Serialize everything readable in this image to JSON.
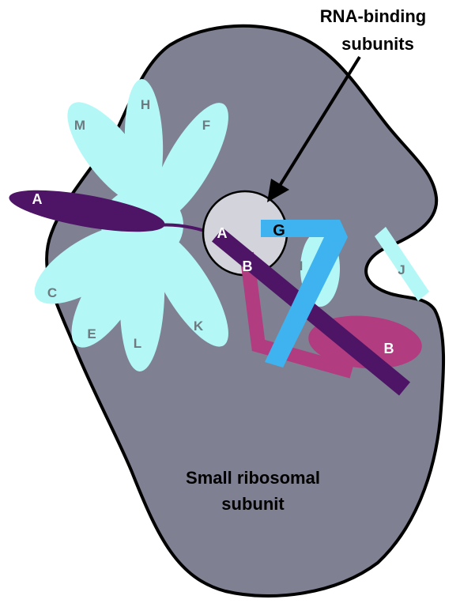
{
  "callout": {
    "line1": "RNA-binding",
    "line2": "subunits"
  },
  "body_label": {
    "line1": "Small ribosomal",
    "line2": "subunit"
  },
  "petals": {
    "h": "H",
    "m": "M",
    "f": "F",
    "c": "C",
    "e": "E",
    "l": "L",
    "k": "K",
    "i": "I",
    "j": "J"
  },
  "subunits": {
    "a_outer": "A",
    "a_inner": "A",
    "b_upper": "B",
    "b_lower": "B",
    "g": "G"
  },
  "colors": {
    "ribosome_body": "#7f8193",
    "petal_cyan": "#b3f8f6",
    "subunit_a_purple": "#4e1466",
    "subunit_b_magenta": "#b23c80",
    "subunit_g_blue": "#3fb3ef",
    "hub_circle": "#d2d3db"
  }
}
